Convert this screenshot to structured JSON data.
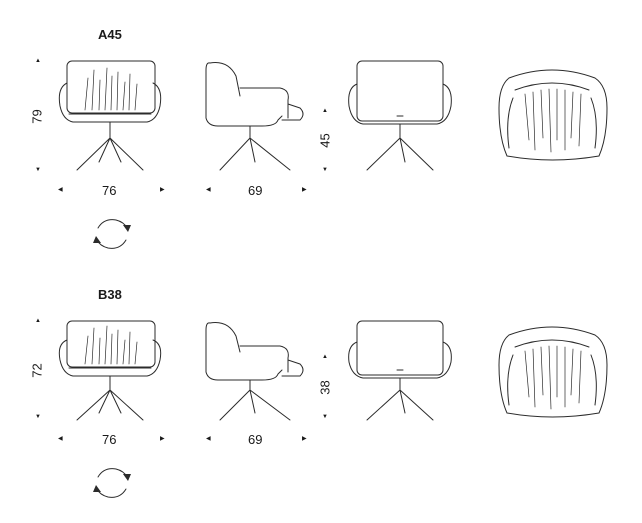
{
  "models": [
    {
      "name": "A45",
      "height": "79",
      "width": "76",
      "depth": "69",
      "seat_height": "45"
    },
    {
      "name": "B38",
      "height": "72",
      "width": "76",
      "depth": "69",
      "seat_height": "38"
    }
  ],
  "icons": [
    "arrow-up-icon",
    "arrow-down-icon",
    "arrow-left-icon",
    "arrow-right-icon",
    "swivel-rotation-icon"
  ]
}
